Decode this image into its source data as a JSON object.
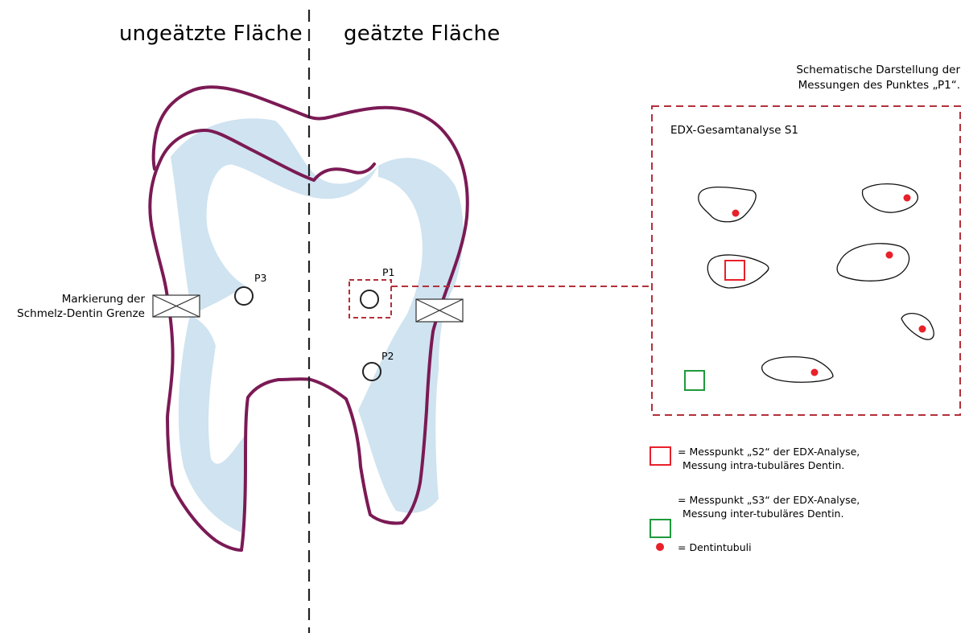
{
  "headers": {
    "left": "ungeätzte Fläche",
    "right": "geätzte Fläche"
  },
  "boundary_label": {
    "line1": "Markierung der",
    "line2": "Schmelz-Dentin Grenze"
  },
  "points": {
    "p1": "P1",
    "p2": "P2",
    "p3": "P3"
  },
  "schematic_caption": {
    "line1": "Schematische Darstellung der",
    "line2": "Messungen des Punktes „P1“."
  },
  "schematic": {
    "title": "EDX-Gesamtanalyse S1"
  },
  "legend": [
    {
      "line1": "= Messpunkt „S2“ der EDX-Analyse,",
      "line2": "Messung intra-tubuläres Dentin.",
      "color": "#e8202a",
      "symbol": "square"
    },
    {
      "line1": "= Messpunkt „S3“ der EDX-Analyse,",
      "line2": "Messung inter-tubuläres Dentin.",
      "color": "#1e9a3c",
      "symbol": "square"
    },
    {
      "line1": "= Dentintubuli",
      "line2": "",
      "color": "#e8202a",
      "symbol": "dot"
    }
  ],
  "colors": {
    "tooth_outline": "#7b1a55",
    "enamel": "#cfe3f0",
    "dashed_box": "#b3303a",
    "divider": "#222222"
  }
}
